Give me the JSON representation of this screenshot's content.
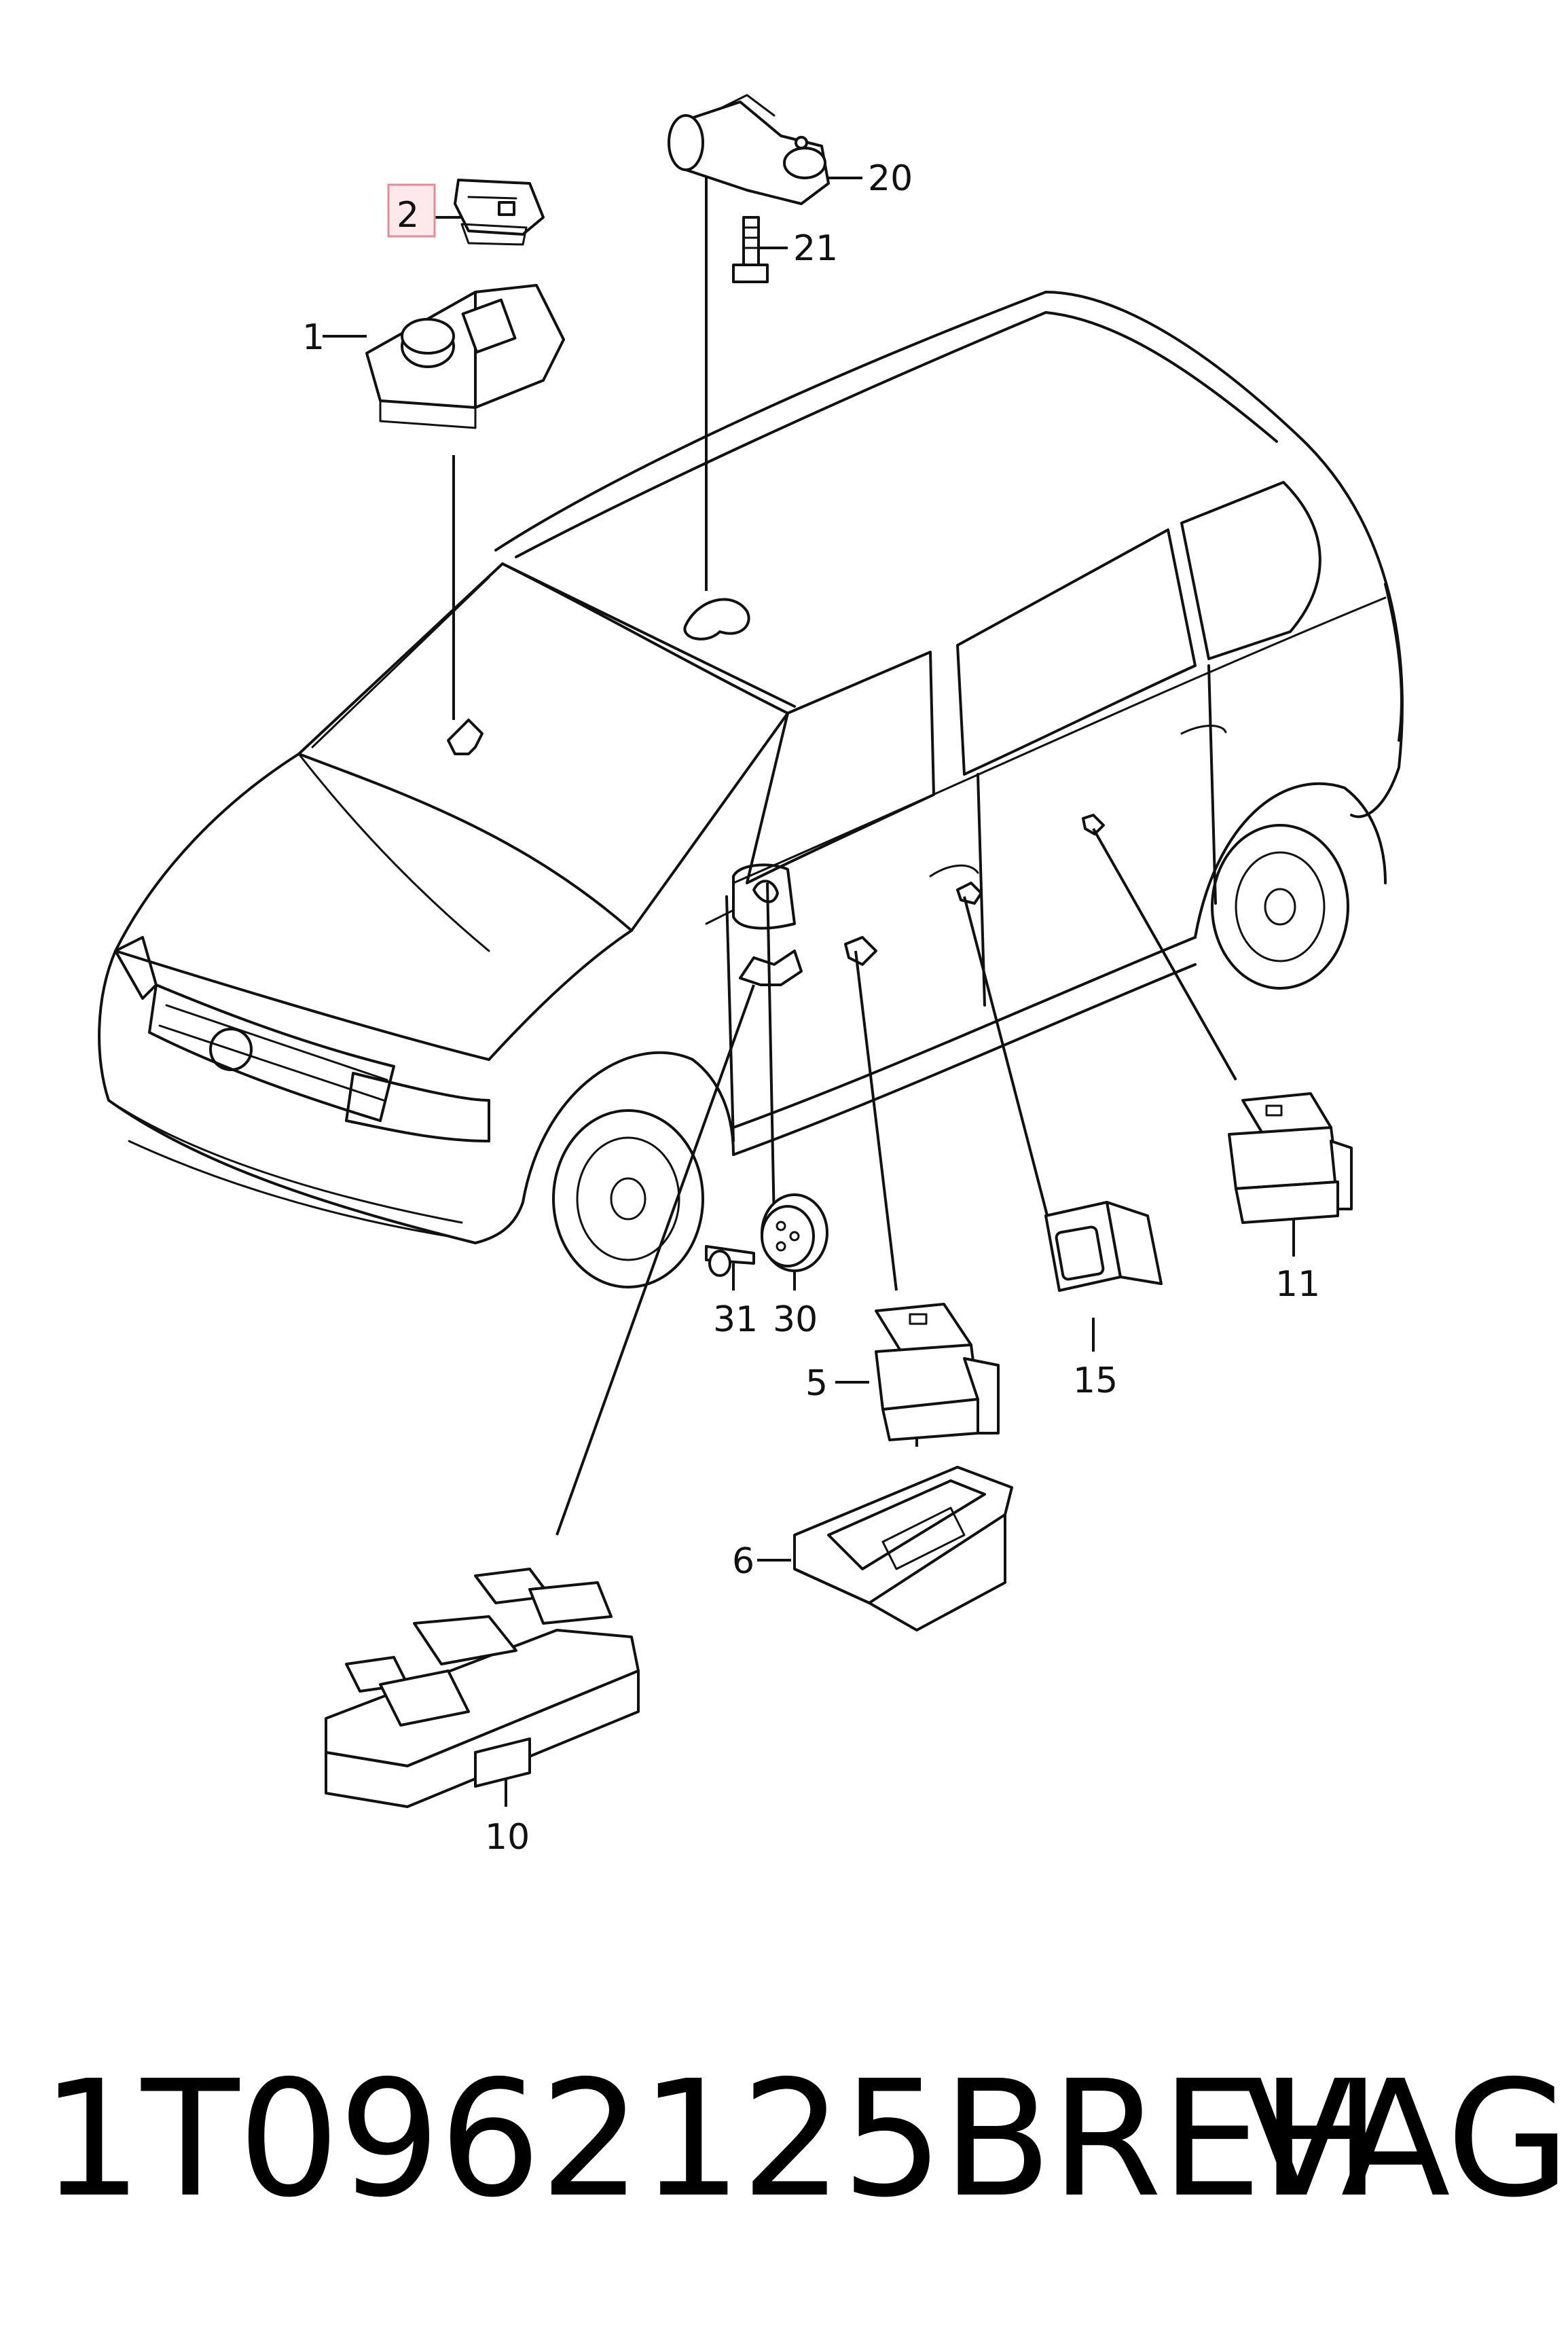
{
  "diagram": {
    "callouts": [
      {
        "id": "1",
        "label": "1"
      },
      {
        "id": "2",
        "label": "2",
        "highlighted": true
      },
      {
        "id": "20",
        "label": "20"
      },
      {
        "id": "21",
        "label": "21"
      },
      {
        "id": "5",
        "label": "5"
      },
      {
        "id": "6",
        "label": "6"
      },
      {
        "id": "10",
        "label": "10"
      },
      {
        "id": "11",
        "label": "11"
      },
      {
        "id": "15",
        "label": "15"
      },
      {
        "id": "30",
        "label": "30"
      },
      {
        "id": "31",
        "label": "31"
      }
    ],
    "highlight_color": "#e58a98"
  },
  "footer": {
    "part_number": "1T0962125BREH",
    "brand": "VAG"
  }
}
